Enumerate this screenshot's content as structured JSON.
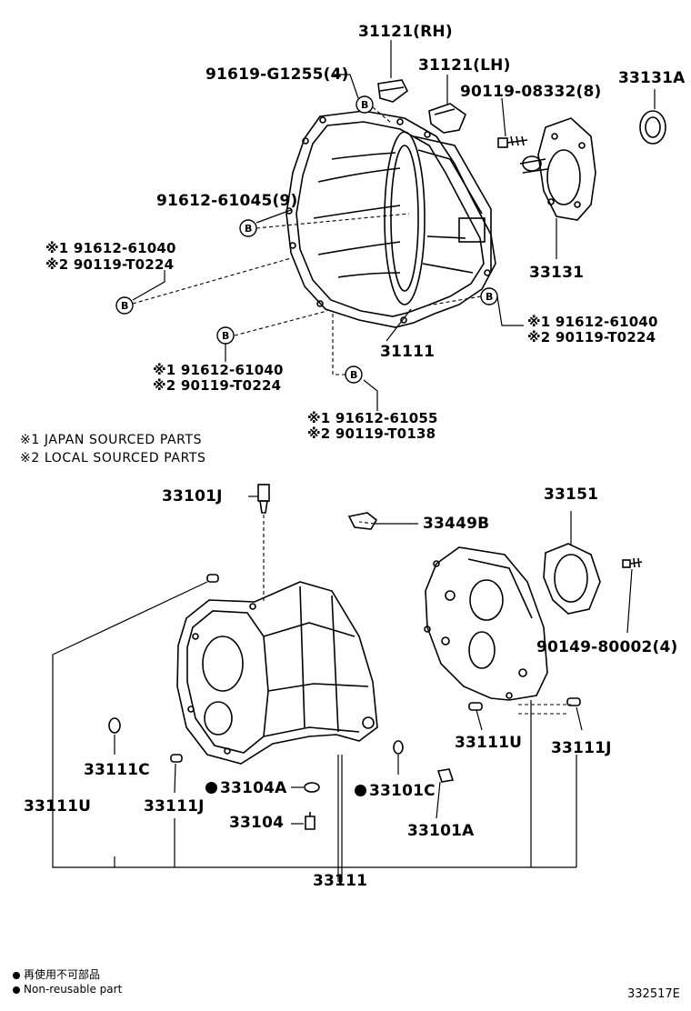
{
  "labels": {
    "p31121rh": "31121(RH)",
    "p31121lh": "31121(LH)",
    "p91619": "91619-G1255(4)",
    "p90119_08332": "90119-08332(8)",
    "p33131a": "33131A",
    "p91612_61045": "91612-61045(9)",
    "p33131": "33131",
    "p31111": "31111",
    "p33101j": "33101J",
    "p33449b": "33449B",
    "p33151": "33151",
    "p90149": "90149-80002(4)",
    "p33111u_right": "33111U",
    "p33111j_right": "33111J",
    "p33111c": "33111C",
    "p33111u_left": "33111U",
    "p33111j_left": "33111J",
    "p33104a": "33104A",
    "p33104": "33104",
    "p33101c": "33101C",
    "p33101a": "33101A",
    "p33111": "33111"
  },
  "alt_parts": {
    "left_upper": {
      "m1": "※1 91612-61040",
      "m2": "※2 90119-T0224"
    },
    "right": {
      "m1": "※1 91612-61040",
      "m2": "※2 90119-T0224"
    },
    "left_lower": {
      "m1": "※1 91612-61040",
      "m2": "※2 90119-T0224"
    },
    "bottom": {
      "m1": "※1 91612-61055",
      "m2": "※2 90119-T0138"
    }
  },
  "notes": {
    "japan": "※1 JAPAN SOURCED PARTS",
    "local": "※2 LOCAL SOURCED PARTS"
  },
  "bolt_marker": "B",
  "legend": {
    "line1": "再使用不可部品",
    "line2": "Non-reusable part"
  },
  "diagram_id": "332517E"
}
